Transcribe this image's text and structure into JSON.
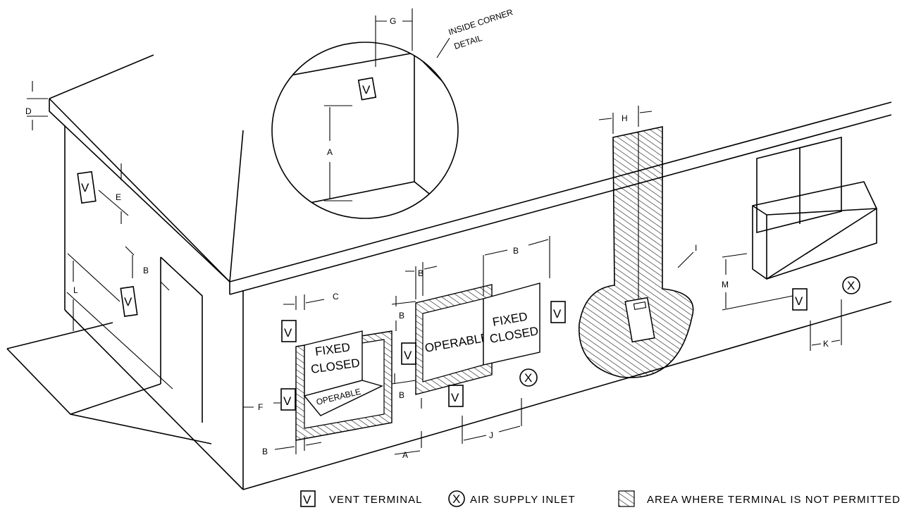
{
  "callouts": {
    "inside_corner_line1": "INSIDE CORNER",
    "inside_corner_line2": "DETAIL"
  },
  "dimension_labels": {
    "A": "A",
    "B": "B",
    "C": "C",
    "D": "D",
    "E": "E",
    "F": "F",
    "G": "G",
    "H": "H",
    "I": "I",
    "J": "J",
    "K": "K",
    "L": "L",
    "M": "M"
  },
  "window_text": {
    "fixed": "FIXED",
    "closed": "CLOSED",
    "operable": "OPERABLE"
  },
  "symbols": {
    "vent": "V",
    "air_inlet": "X"
  },
  "legend": {
    "vent_terminal": "VENT TERMINAL",
    "air_supply_inlet": "AIR SUPPLY INLET",
    "not_permitted": "AREA WHERE TERMINAL IS NOT PERMITTED"
  }
}
